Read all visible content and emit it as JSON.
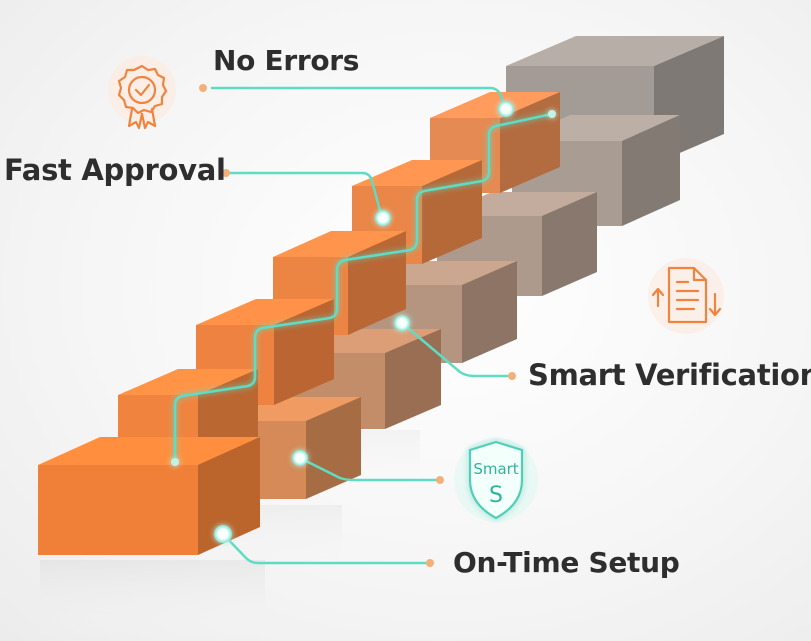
{
  "labels": {
    "no_errors": "No Errors",
    "fast_approval": "Fast Approval",
    "smart_verification": "Smart Verification",
    "on_time_setup": "On-Time Setup"
  },
  "icons": {
    "badge": "check-badge-icon",
    "document": "document-sync-icon",
    "shield": "smart-shield-icon"
  },
  "shield_text": {
    "line1": "Smart",
    "line2": "S"
  },
  "colors": {
    "orange": "#f0843f",
    "teal": "#5fdcc4",
    "gray_block": "#9f958f",
    "text": "#2e2e2e"
  }
}
